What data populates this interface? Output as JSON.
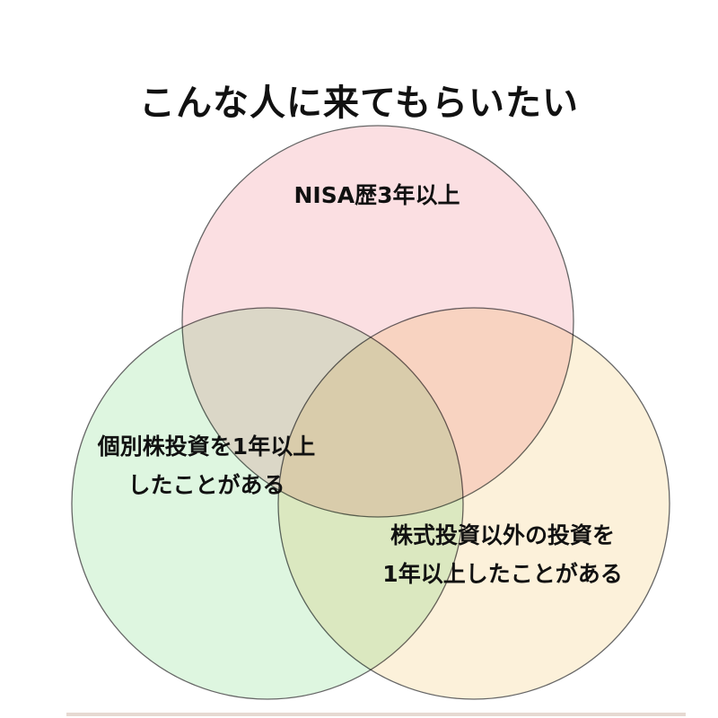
{
  "title": "こんな人に来てもらいたい",
  "sets": [
    {
      "label": "NISA歴3年以上",
      "color": "#f8c6cc"
    },
    {
      "label_lines": [
        "個別株投資を1年以上",
        "したことがある"
      ],
      "color": "#bdeec2"
    },
    {
      "label_lines": [
        "株式投資以外の投資を",
        "1年以上したことがある"
      ],
      "color": "#fbe6bb"
    }
  ]
}
